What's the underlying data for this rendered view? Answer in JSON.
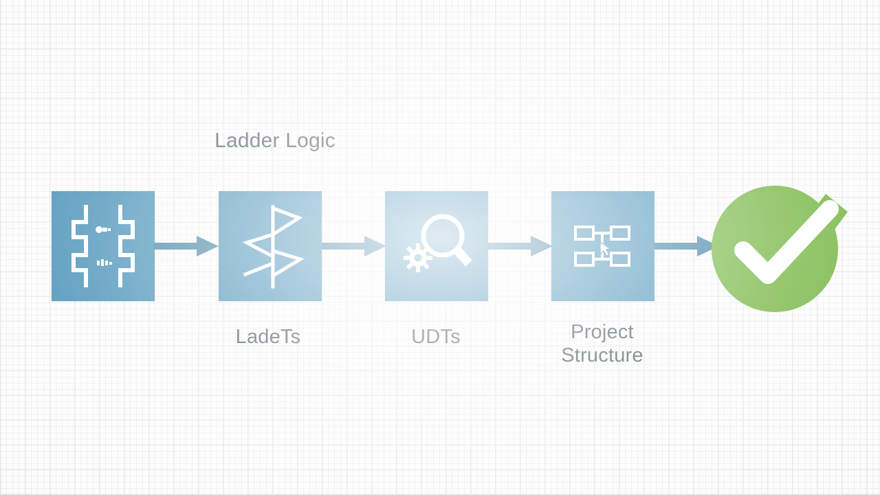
{
  "diagram": {
    "type": "horizontal-process-flow",
    "background_color": "#fcfcfc",
    "node_color": "#2a7fab",
    "arrow_color": "#226d93",
    "accent_color": "#62ac28",
    "text_color": "#2d3e46",
    "title": "Ladder Logic",
    "nodes": [
      {
        "id": "node-1",
        "icon": "ladder-logic-rung-icon",
        "label": ""
      },
      {
        "id": "node-2",
        "icon": "zigzag-flag-icon",
        "label": "LadeTs"
      },
      {
        "id": "node-3",
        "icon": "magnifier-gear-icon",
        "label": "UDTs"
      },
      {
        "id": "node-4",
        "icon": "hierarchy-blocks-icon",
        "label": "Project\nStructure"
      },
      {
        "id": "node-5",
        "icon": "green-check-circle-icon",
        "label": ""
      }
    ],
    "arrows": [
      {
        "id": "arrow-1",
        "from": "node-1",
        "to": "node-2"
      },
      {
        "id": "arrow-2",
        "from": "node-2",
        "to": "node-3"
      },
      {
        "id": "arrow-3",
        "from": "node-3",
        "to": "node-4"
      },
      {
        "id": "arrow-4",
        "from": "node-4",
        "to": "node-5"
      }
    ]
  }
}
